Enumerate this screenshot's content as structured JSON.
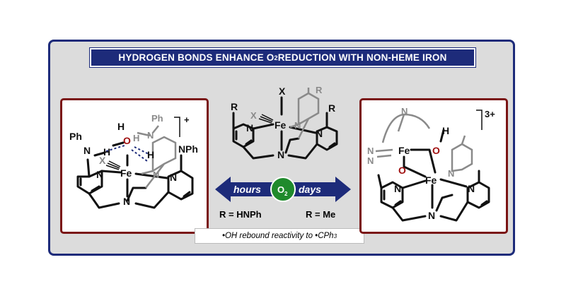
{
  "banner": {
    "text": "HYDROGEN BONDS ENHANCE O",
    "sub": "2",
    "text2": " REDUCTION WITH NON-HEME IRON"
  },
  "left_complex": {
    "charge": "+",
    "atoms": {
      "fe": "Fe",
      "n": "N",
      "x": "X",
      "o": "O",
      "h": "H",
      "ph": "Ph"
    }
  },
  "center_complex": {
    "atoms": {
      "fe": "Fe",
      "n": "N",
      "x": "X",
      "r": "R"
    }
  },
  "right_complex": {
    "charge": "3+",
    "atoms": {
      "fe": "Fe",
      "n": "N",
      "o": "O",
      "h": "H"
    }
  },
  "arrow": {
    "left_label": "hours",
    "right_label": "days",
    "center_label": "O",
    "center_sub": "2",
    "left_caption": "R = HNPh",
    "right_caption": "R = Me"
  },
  "caption": {
    "text": "•OH rebound reactivity to •CPh",
    "sub": "3"
  },
  "colors": {
    "navy": "#1d2b7a",
    "maroon": "#7a1414",
    "green": "#1f8a2c",
    "oxygen": "#a01010",
    "gray": "#8a8a8a",
    "hbond": "#1d2b7a"
  }
}
